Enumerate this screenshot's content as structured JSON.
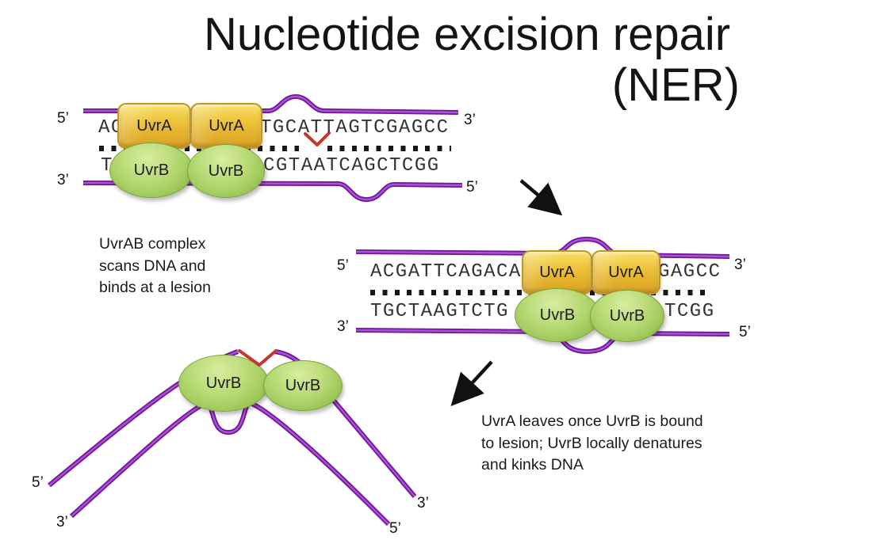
{
  "title": {
    "line1": "Nucleotide excision repair",
    "line2": "(NER)"
  },
  "colors": {
    "dna_purple_edge": "#6F1895",
    "dna_purple_core": "#AC4FDC",
    "uvra_gold": "#EBBE33",
    "uvrb_green": "#A6CF63",
    "lesion_red": "#C4372A",
    "arrow_black": "#111111",
    "background": "#FFFFFF"
  },
  "protein_labels": {
    "uvra": "UvrA",
    "uvrb": "UvrB"
  },
  "stage1": {
    "ends": {
      "top_left": "5’",
      "top_right": "3’",
      "bottom_left": "3’",
      "bottom_right": "5’"
    },
    "sequence": {
      "top_left": "AC",
      "top_right": "TGCATTAGTCGAGCC",
      "bottom_left": "T",
      "bottom_right": "CGTAATCAGCTCGG"
    }
  },
  "stage2": {
    "ends": {
      "top_left": "5’",
      "top_right": "3’",
      "bottom_left": "3’",
      "bottom_right": "5’"
    },
    "sequence": {
      "top_left": "ACGATTCAGACA",
      "top_right": "GAGCC",
      "bottom_left": "TGCTAAGTCTG",
      "bottom_right": "TCGG"
    }
  },
  "stage3": {
    "ends": {
      "left_outer": "5’",
      "left_inner": "3’",
      "right_outer": "3’",
      "right_inner": "5’"
    }
  },
  "captions": {
    "scan": {
      "lines": [
        "UvrAB complex",
        "scans DNA and",
        "binds at a lesion"
      ]
    },
    "uvra_leaves": {
      "lines": [
        "UvrA leaves once UvrB is bound",
        "to lesion; UvrB locally denatures",
        "and kinks DNA"
      ]
    }
  }
}
